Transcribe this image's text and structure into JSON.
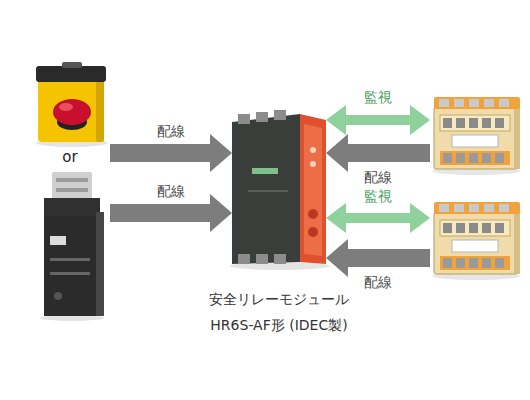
{
  "diagram": {
    "nodes": [
      {
        "text": []
      },
      {
        "text": []
      },
      {
        "text": [
          "安全リレーモジュール HR6S-AF形 (IDEC製)"
        ]
      },
      {
        "text": []
      },
      {
        "text": []
      }
    ],
    "edges": [
      {
        "from": 0,
        "to": 2,
        "arrow": "to",
        "label": "配線"
      },
      {
        "from": 1,
        "to": 2,
        "arrow": "to",
        "label": "配線"
      },
      {
        "from": 2,
        "to": 3,
        "arrow": "both",
        "label": "監視"
      },
      {
        "from": 3,
        "to": 2,
        "arrow": "to",
        "label": "配線"
      },
      {
        "from": 2,
        "to": 4,
        "arrow": "both",
        "label": "監視"
      },
      {
        "from": 4,
        "to": 2,
        "arrow": "to",
        "label": "配線"
      }
    ],
    "labels": [
      "or"
    ]
  }
}
